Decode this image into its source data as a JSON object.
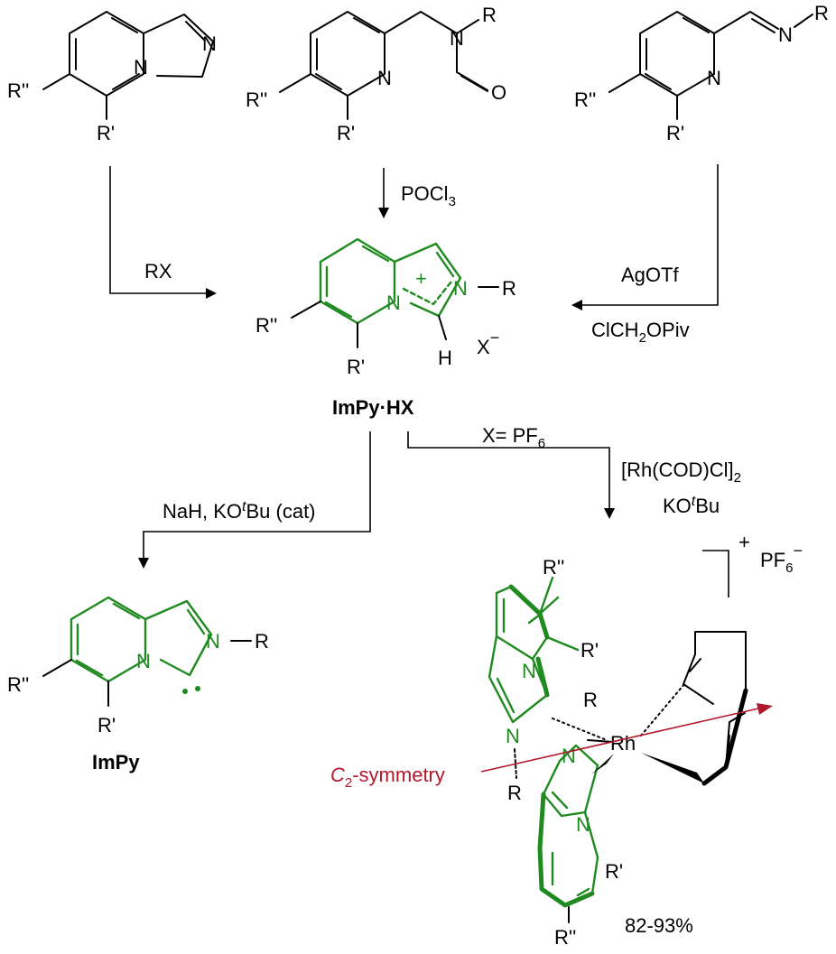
{
  "substituents": {
    "r2": "R''",
    "r1": "R'",
    "r": "R",
    "n": "N",
    "o": "O",
    "h": "H"
  },
  "reagents": {
    "left_arrow": "RX",
    "middle_arrow_base": "POCl",
    "middle_arrow_sub": "3",
    "right_arrow_top": "AgOTf",
    "right_arrow_bottom_a": "ClCH",
    "right_arrow_bottom_sub": "2",
    "right_arrow_bottom_b": "OPiv",
    "deprot_a": "NaH, KO",
    "deprot_italic": "t",
    "deprot_b": "Bu (cat)",
    "x_eq_a": "X= PF",
    "x_eq_sub": "6",
    "rh_a": "[Rh(COD)Cl]",
    "rh_sub": "2",
    "kobu_a": "KO",
    "kobu_italic": "t",
    "kobu_b": "Bu"
  },
  "labels": {
    "salt": "ImPy·HX",
    "carbene": "ImPy",
    "counter": "X",
    "minus": "−",
    "plus": "+",
    "pf6_base": "PF",
    "pf6_sub": "6",
    "metal": "Rh",
    "symmetry_italic": "C",
    "symmetry_sub": "2",
    "symmetry_rest": "-symmetry",
    "yield": "82-93%"
  }
}
